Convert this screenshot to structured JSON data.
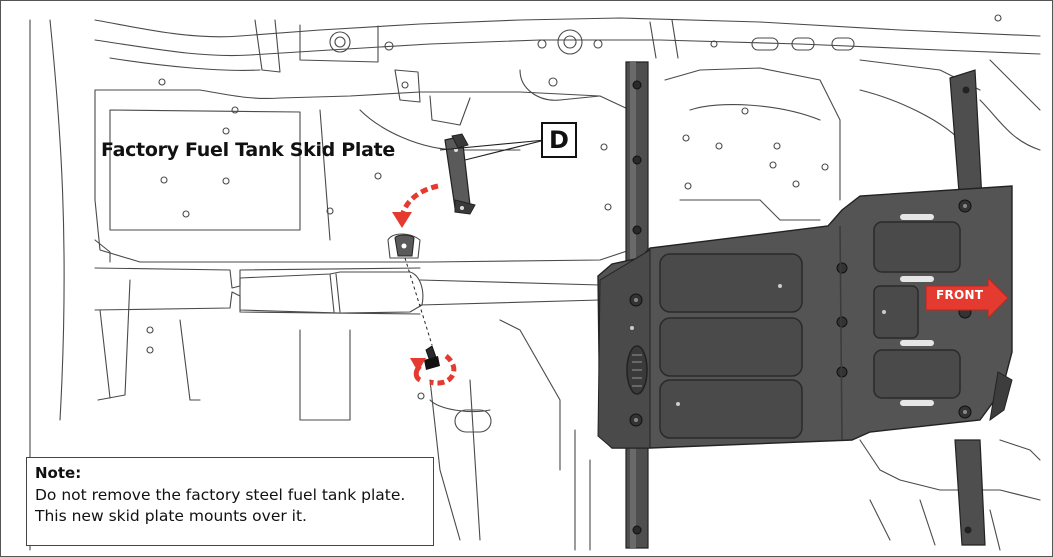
{
  "callout": {
    "label": "Factory Fuel Tank Skid Plate",
    "part_letter": "D"
  },
  "direction": {
    "label": "FRONT"
  },
  "note": {
    "title": "Note:",
    "body": "Do not remove the factory steel fuel tank plate. This new skid plate mounts over it."
  },
  "colors": {
    "line": "#4a4a4a",
    "plate": "#545454",
    "plate_dark": "#3a3a3a",
    "accent_red": "#e53a2f"
  },
  "icons": [
    "curved-arrow-icon",
    "rotate-arrow-icon",
    "front-arrow-icon"
  ]
}
